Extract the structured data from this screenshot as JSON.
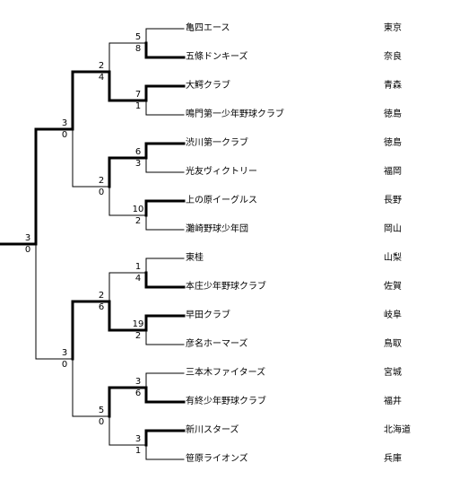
{
  "teams": [
    {
      "name": "亀四エース",
      "pref": "東京"
    },
    {
      "name": "五條ドンキーズ",
      "pref": "奈良"
    },
    {
      "name": "大鰐クラブ",
      "pref": "青森"
    },
    {
      "name": "鳴門第一少年野球クラブ",
      "pref": "徳島"
    },
    {
      "name": "渋川第一クラブ",
      "pref": "徳島"
    },
    {
      "name": "光友ヴィクトリー",
      "pref": "福岡"
    },
    {
      "name": "上の原イーグルス",
      "pref": "長野"
    },
    {
      "name": "灘崎野球少年団",
      "pref": "岡山"
    },
    {
      "name": "東桂",
      "pref": "山梨"
    },
    {
      "name": "本庄少年野球クラブ",
      "pref": "佐賀"
    },
    {
      "name": "早田クラブ",
      "pref": "岐阜"
    },
    {
      "name": "彦名ホーマーズ",
      "pref": "鳥取"
    },
    {
      "name": "三本木ファイターズ",
      "pref": "宮城"
    },
    {
      "name": "有終少年野球クラブ",
      "pref": "福井"
    },
    {
      "name": "新川スターズ",
      "pref": "北海道"
    },
    {
      "name": "笹原ライオンズ",
      "pref": "兵庫"
    }
  ],
  "round1_scores": [
    {
      "top": "5",
      "bottom": "8"
    },
    {
      "top": "7",
      "bottom": "1"
    },
    {
      "top": "6",
      "bottom": "3"
    },
    {
      "top": "10",
      "bottom": "2"
    },
    {
      "top": "1",
      "bottom": "4"
    },
    {
      "top": "19",
      "bottom": "2"
    },
    {
      "top": "3",
      "bottom": "6"
    },
    {
      "top": "3",
      "bottom": "1"
    }
  ],
  "round2_scores": [
    {
      "top": "2",
      "bottom": "4"
    },
    {
      "top": "2",
      "bottom": "0"
    },
    {
      "top": "2",
      "bottom": "6"
    },
    {
      "top": "5",
      "bottom": "0"
    }
  ],
  "semifinal_scores": [
    {
      "top": "3",
      "bottom": "0"
    },
    {
      "top": "3",
      "bottom": "0"
    }
  ],
  "final_score": {
    "top": "3",
    "bottom": "0"
  }
}
